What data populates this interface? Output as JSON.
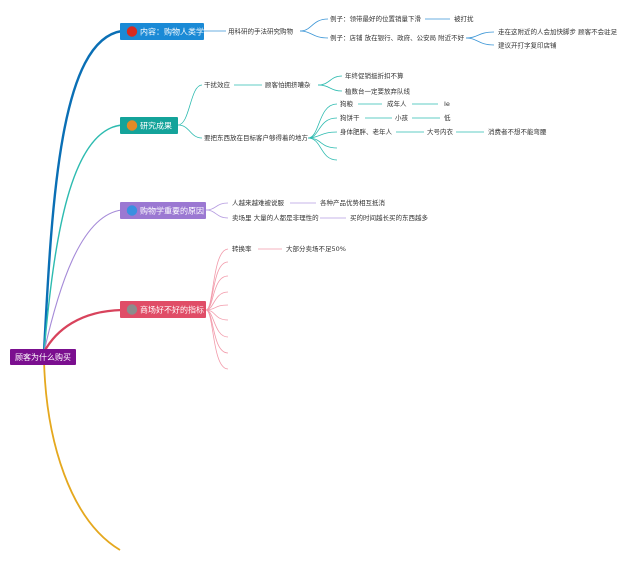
{
  "root": {
    "label": "顾客为什么购买",
    "color": "#7b0f8f"
  },
  "branches": {
    "b1": {
      "label": "内容：购物人类学",
      "color": "#1a8ad6",
      "line_color": "#0a6fb5",
      "icon_color": "#d72b20",
      "a": "用科研的手法研究购物",
      "a1": "例子：领带最好的位置销量下滑",
      "a1a": "被打扰",
      "a2": "例子：店铺 放在银行、政府、公安局 附近不好",
      "a2a": "走在这附近的人会加快脚步 顾客不会驻足",
      "a2b": "建议开打字复印店铺"
    },
    "b2": {
      "label": "研究成果",
      "color": "#14a39a",
      "line_color": "#2dbbb0",
      "icon_color": "#e28a26",
      "a": "干扰效应",
      "a1": "顾客怕拥挤嘈杂",
      "a1a": "年终促销挺折扣不算",
      "a1b": "植数台一定要放弃队线",
      "b": "要把东西放在目标客户够得着的地方",
      "b1": "狗粮",
      "b1a": "成年人",
      "b1b": "Ie",
      "b2": "狗饼干",
      "b2a": "小孩",
      "b2b": "低",
      "b3": "身体肥胖、老年人",
      "b3a": "大号内衣",
      "b3b": "消费者不想不能弯腰"
    },
    "b3": {
      "label": "购物学重要的原因",
      "color": "#9b78d2",
      "line_color": "#a58ad8",
      "icon_color": "#3a8fe0",
      "a": "人越来越难被说服",
      "a1": "各种产品优势相互抵消",
      "b": "卖场里 大量的人都是非理性的",
      "b1": "买的时间越长买的东西越多"
    },
    "b4": {
      "label": "商场好不好的指标",
      "color": "#e04d67",
      "line_color": "#d8435c",
      "icon_color": "#8c8c8c",
      "a": "转换率",
      "a1": "大部分卖场不足50%"
    },
    "b5": {
      "line_color": "#e5a81e"
    }
  },
  "colors": {
    "sub_line_b1": "#3a95d6",
    "sub_line_b3": "#b59be0",
    "sub_line_b4": "#f29aaa"
  }
}
